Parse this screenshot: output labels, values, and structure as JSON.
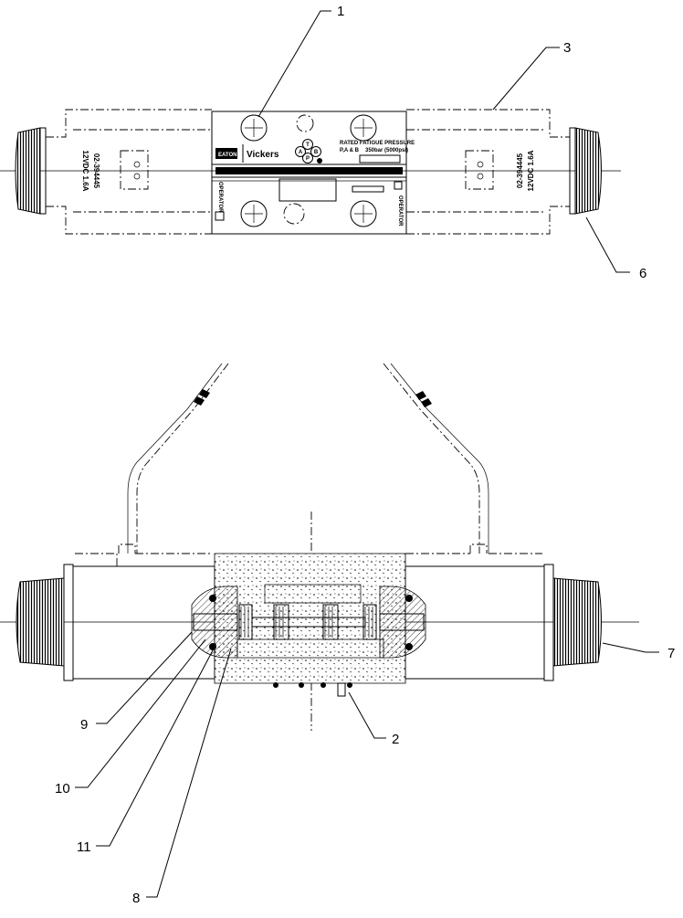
{
  "callouts": [
    {
      "id": "c1",
      "label": "1"
    },
    {
      "id": "c2",
      "label": "2"
    },
    {
      "id": "c3",
      "label": "3"
    },
    {
      "id": "c6",
      "label": "6"
    },
    {
      "id": "c7",
      "label": "7"
    },
    {
      "id": "c8",
      "label": "8"
    },
    {
      "id": "c9",
      "label": "9"
    },
    {
      "id": "c10",
      "label": "10"
    },
    {
      "id": "c11",
      "label": "11"
    }
  ],
  "top_view": {
    "left_coil_label": [
      "02-394445",
      "12VDC 1.6A"
    ],
    "right_coil_label": [
      "02-394445",
      "12VDC 1.6A"
    ],
    "brand_logo": "EATON",
    "brand_name": "Vickers",
    "plate_title": "RATED FATIGUE PRESSURE",
    "plate_line": "P,A & B",
    "plate_value": "350bar (5000psi)",
    "operator_left": "OPERATOR",
    "operator_right": "OPERATOR",
    "port_labels": [
      "T",
      "A",
      "B",
      "P"
    ]
  }
}
